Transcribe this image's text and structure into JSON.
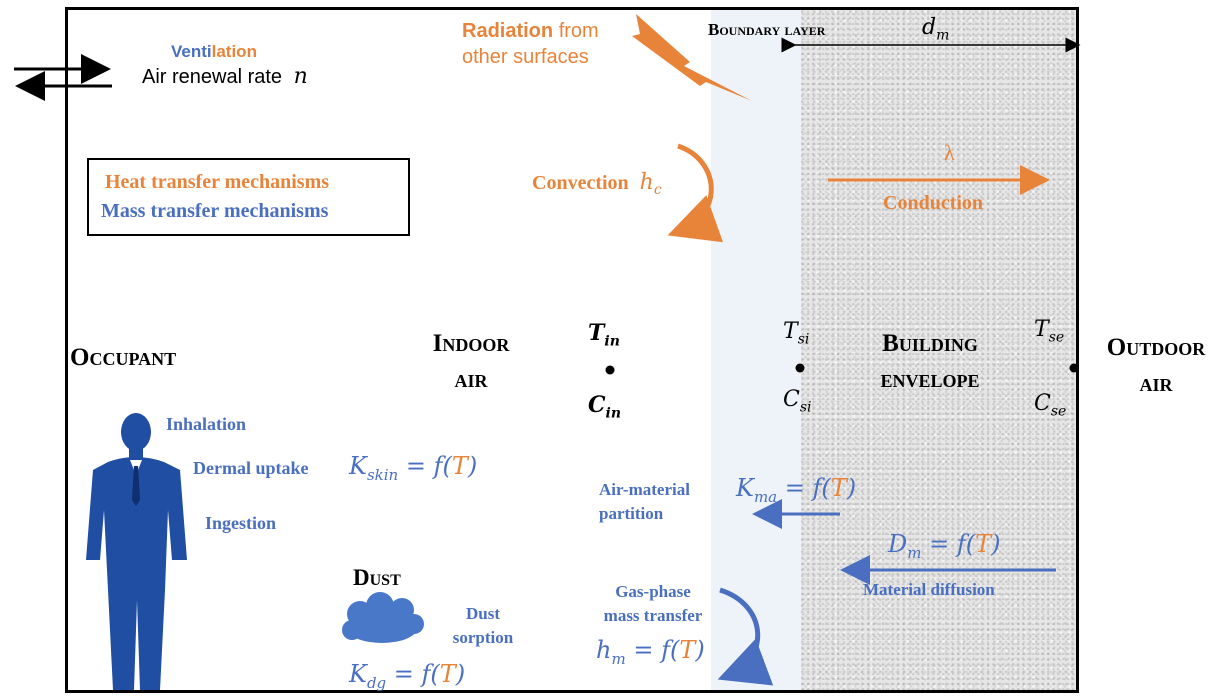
{
  "zones": {
    "boundary_layer": "Boundary layer",
    "building_envelope": "Building envelope",
    "outdoor_air": "Outdoor air",
    "indoor_air": "Indoor air",
    "occupant": "Occupant",
    "dust": "Dust"
  },
  "legend": {
    "heat": "Heat transfer mechanisms",
    "mass": "Mass transfer mechanisms"
  },
  "ventilation": {
    "word_part1": "Venti",
    "word_part2": "lation",
    "air_renewal": "Air renewal rate",
    "symbol": "n"
  },
  "radiation": {
    "word": "Radiation",
    "rest1": "from",
    "rest2": "other surfaces"
  },
  "thickness": {
    "symbol": "d",
    "sub": "m"
  },
  "convection": {
    "label": "Convection",
    "symbol": "h",
    "sub": "c"
  },
  "conduction": {
    "label": "Conduction",
    "symbol": "λ"
  },
  "nodes": {
    "t_in": "T",
    "t_in_sub": "in",
    "c_in": "C",
    "c_in_sub": "in",
    "t_si": "T",
    "t_si_sub": "si",
    "c_si": "C",
    "c_si_sub": "si",
    "t_se": "T",
    "t_se_sub": "se",
    "c_se": "C",
    "c_se_sub": "se"
  },
  "occupant_routes": {
    "inhalation": "Inhalation",
    "dermal": "Dermal uptake",
    "ingestion": "Ingestion"
  },
  "equations": {
    "k_skin_sym": "K",
    "k_skin_sub": "skin",
    "k_ma_sym": "K",
    "k_ma_sub": "ma",
    "d_m_sym": "D",
    "d_m_sub": "m",
    "h_m_sym": "h",
    "h_m_sub": "m",
    "k_dg_sym": "K",
    "k_dg_sub": "dg",
    "eq_mid": " = f(",
    "eq_T": "T",
    "eq_end": ")"
  },
  "mass_labels": {
    "air_material_1": "Air-material",
    "air_material_2": "partition",
    "material_diffusion": "Material diffusion",
    "gas_phase_1": "Gas-phase",
    "gas_phase_2": "mass transfer",
    "dust_sorption_1": "Dust",
    "dust_sorption_2": "sorption"
  },
  "colors": {
    "heat": "#e8843a",
    "mass": "#4a6fc0",
    "occupant": "#1f4ea3",
    "dust": "#4a78c8"
  }
}
